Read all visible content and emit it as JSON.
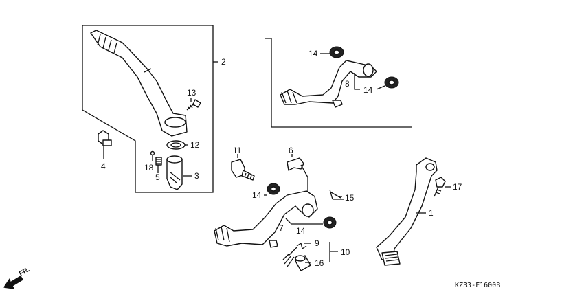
{
  "callouts": [
    "1",
    "2",
    "3",
    "4",
    "5",
    "6",
    "7",
    "8",
    "9",
    "10",
    "11",
    "12",
    "13",
    "14",
    "15",
    "16",
    "17",
    "18"
  ],
  "repeat_callouts": {
    "c14b": "14",
    "c14c": "14",
    "c14d": "14"
  },
  "direction_label": "FR.",
  "drawing_code": "KZ33-F1600B"
}
